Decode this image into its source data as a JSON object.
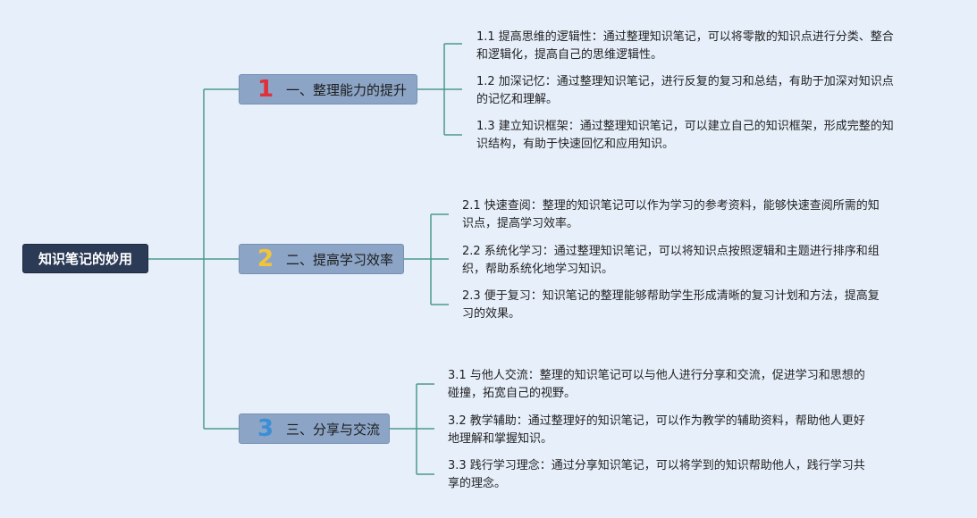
{
  "root": {
    "label": "知识笔记的妙用"
  },
  "branches": [
    {
      "number": "1",
      "label": "一、整理能力的提升",
      "items": [
        {
          "line1": "1.1 提高思维的逻辑性：通过整理知识笔记，可以将零散的知识点进行分类、整合",
          "line2": "和逻辑化，提高自己的思维逻辑性。"
        },
        {
          "line1": "1.2 加深记忆：通过整理知识笔记，进行反复的复习和总结，有助于加深对知识点",
          "line2": "的记忆和理解。"
        },
        {
          "line1": "1.3 建立知识框架：通过整理知识笔记，可以建立自己的知识框架，形成完整的知",
          "line2": "识结构，有助于快速回忆和应用知识。"
        }
      ]
    },
    {
      "number": "2",
      "label": "二、提高学习效率",
      "items": [
        {
          "line1": "2.1 快速查阅：整理的知识笔记可以作为学习的参考资料，能够快速查阅所需的知",
          "line2": "识点，提高学习效率。"
        },
        {
          "line1": "2.2 系统化学习：通过整理知识笔记，可以将知识点按照逻辑和主题进行排序和组",
          "line2": "织，帮助系统化地学习知识。"
        },
        {
          "line1": "2.3 便于复习：知识笔记的整理能够帮助学生形成清晰的复习计划和方法，提高复",
          "line2": "习的效果。"
        }
      ]
    },
    {
      "number": "3",
      "label": "三、分享与交流",
      "items": [
        {
          "line1": "3.1 与他人交流：整理的知识笔记可以与他人进行分享和交流，促进学习和思想的",
          "line2": "碰撞，拓宽自己的视野。"
        },
        {
          "line1": "3.2 教学辅助：通过整理好的知识笔记，可以作为教学的辅助资料，帮助他人更好",
          "line2": "地理解和掌握知识。"
        },
        {
          "line1": "3.3 践行学习理念：通过分享知识笔记，可以将学到的知识帮助他人，践行学习共",
          "line2": "享的理念。"
        }
      ]
    }
  ],
  "colors": {
    "background": "#e6effa",
    "root_fill": "#2b3a55",
    "branch_fill": "#8ca5c6",
    "connector": "#4a9a8c",
    "number_1": "#e0303a",
    "number_2": "#f3c43a",
    "number_3": "#3a8fd6"
  }
}
